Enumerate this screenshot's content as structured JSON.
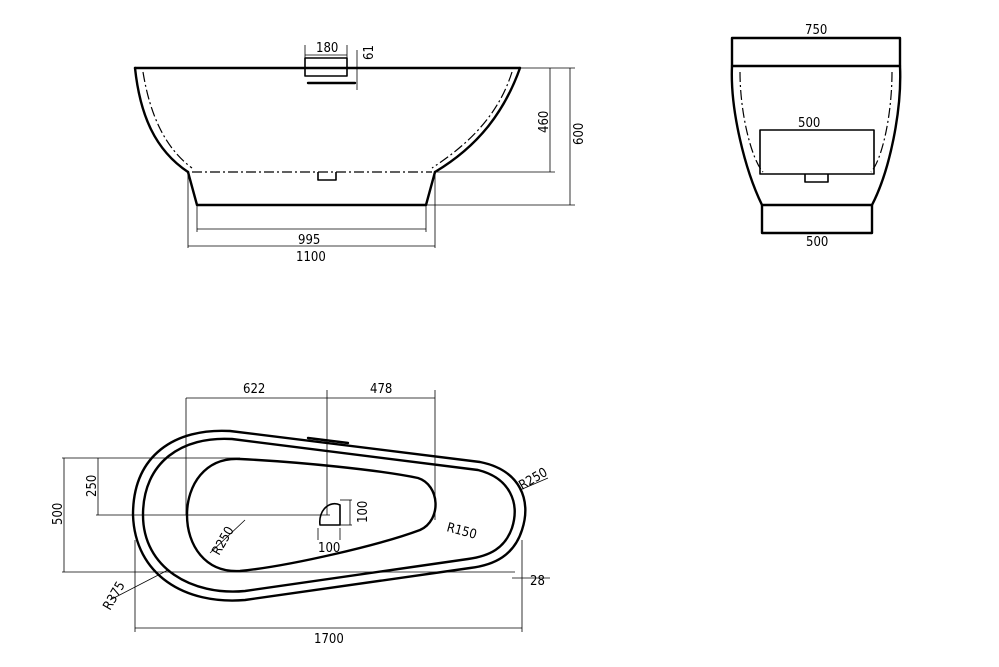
{
  "front_view": {
    "overflow_width": "180",
    "overflow_height": "61",
    "inner_depth": "460",
    "total_height": "600",
    "base_width": "995",
    "bottom_width": "1100"
  },
  "side_view": {
    "top_width": "750",
    "inner_width": "500",
    "base_width": "500"
  },
  "top_view": {
    "dim_622": "622",
    "dim_478": "478",
    "dim_250": "250",
    "dim_500": "500",
    "radius_250_right": "R250",
    "radius_150": "R150",
    "radius_250_inner": "R250",
    "radius_375": "R375",
    "drain_height": "100",
    "drain_width": "100",
    "rim_28": "28",
    "total_length": "1700"
  }
}
